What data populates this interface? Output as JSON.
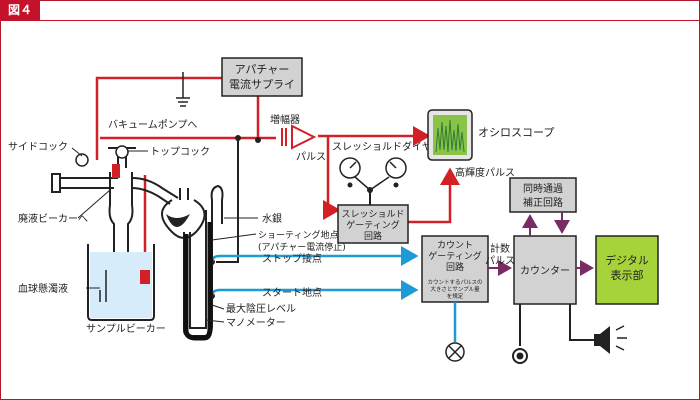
{
  "figure_label": "図４",
  "boxes": {
    "aperture_power_line1": "アパチャー",
    "aperture_power_line2": "電流サプライ",
    "threshold_gating_line1": "スレッショルド",
    "threshold_gating_line2": "ゲーティング",
    "threshold_gating_line3": "回路",
    "count_gating_line1": "カウント",
    "count_gating_line2": "ゲーティング",
    "count_gating_line3": "回路",
    "count_gating_note1": "カウントするパルスの",
    "count_gating_note2": "大きさとサンプル量",
    "count_gating_note3": "を規定",
    "counter": "カウンター",
    "coincidence_line1": "同時通過",
    "coincidence_line2": "補正回路",
    "digital_line1": "デジタル",
    "digital_line2": "表示部"
  },
  "labels": {
    "vacuum_pump": "バキュームポンプへ",
    "side_cock": "サイドコック",
    "top_cock": "トップコック",
    "waste_beaker": "廃液ビーカーへ",
    "blood_suspension": "血球懸濁液",
    "sample_beaker": "サンプルビーカー",
    "amplifier": "増幅器",
    "pulse": "パルス",
    "threshold_dial": "スレッショルドダイヤル",
    "oscilloscope": "オシロスコープ",
    "height_pulse": "高輝度パルス",
    "mercury": "水銀",
    "shorting_point_line1": "ショーティング地点",
    "shorting_point_line2": "(アパチャー電流停止)",
    "stop_contact": "ストップ接点",
    "start_point": "スタート地点",
    "max_vacuum_level": "最大陰圧レベル",
    "manometer": "マノメーター",
    "count_pulse_line1": "計数",
    "count_pulse_line2": "パルス"
  },
  "colors": {
    "frame": "#c4122a",
    "signal_line": "#d32027",
    "data_line": "#1e9ad6",
    "box_fill": "#d2d2d2",
    "digital_fill": "#a6d33a",
    "counter_arrow": "#7a2b63",
    "scope_screen": "#8bc34a"
  }
}
